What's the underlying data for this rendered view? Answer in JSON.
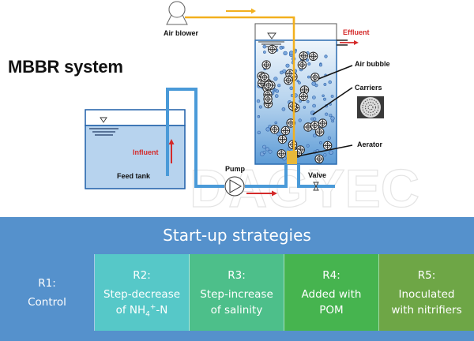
{
  "diagram": {
    "title": "MBBR system",
    "labels": {
      "air_blower": "Air blower",
      "effluent": "Effluent",
      "air_bubble": "Air bubble",
      "carriers": "Carriers",
      "aerator": "Aerator",
      "influent": "Influent",
      "feed_tank": "Feed tank",
      "pump": "Pump",
      "valve": "Valve"
    },
    "watermark": "DAGYEC",
    "colors": {
      "water_pipe": "#4a9ad8",
      "air_pipe": "#f2b01e",
      "flow_arrow": "#d42a2a",
      "tank_fill_top": "#e8f1fa",
      "tank_fill_bottom": "#5c9bd6",
      "feed_fill": "#b7d3ee",
      "outline": "#1f5fa8",
      "aerator": "#e8b83a"
    }
  },
  "strategies": {
    "header": "Start-up strategies",
    "header_color": "#5591cc",
    "items": [
      {
        "id": "R1:",
        "line1": "Control",
        "line2": "",
        "color": "#5591cc"
      },
      {
        "id": "R2:",
        "line1": "Step-decrease",
        "line2_prefix": "of NH",
        "line2_sub": "4",
        "line2_sup": "+",
        "line2_suffix": "-N",
        "color": "#56c8c8"
      },
      {
        "id": "R3:",
        "line1": "Step-increase",
        "line2": "of salinity",
        "color": "#4dbf8a"
      },
      {
        "id": "R4:",
        "line1": "Added with",
        "line2": "POM",
        "color": "#46b44f"
      },
      {
        "id": "R5:",
        "line1": "Inoculated",
        "line2": "with nitrifiers",
        "color": "#6ea646"
      }
    ]
  }
}
